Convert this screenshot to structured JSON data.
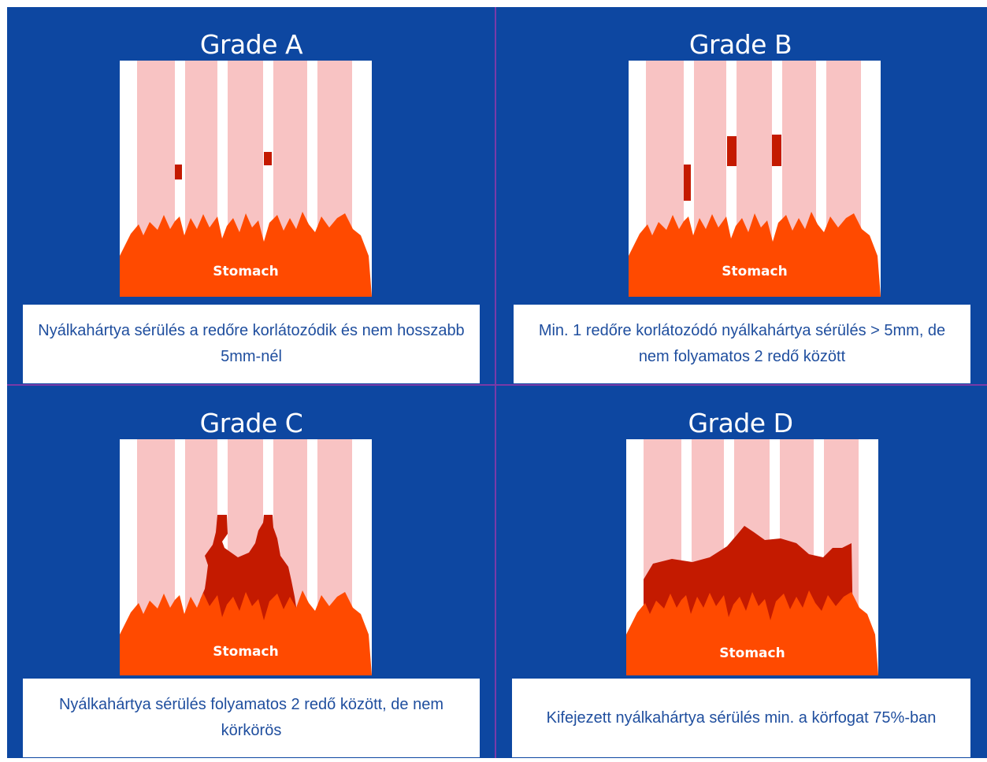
{
  "panels": [
    {
      "title": "Grade A",
      "stomach_label": "Stomach",
      "caption": "Nyálkahártya sérülés a redőre korlátozódik és nem hosszabb 5mm-nél"
    },
    {
      "title": "Grade B",
      "stomach_label": "Stomach",
      "caption": "Min. 1 redőre korlátozódó nyálkahártya sérülés > 5mm, de nem folyamatos 2 redő között"
    },
    {
      "title": "Grade C",
      "stomach_label": "Stomach",
      "caption": "Nyálkahártya sérülés folyamatos 2 redő között, de nem körkörös"
    },
    {
      "title": "Grade D",
      "stomach_label": "Stomach",
      "caption": "Kifejezett nyálkahártya sérülés min. a körfogat 75%-ban"
    }
  ],
  "colors": {
    "background": "#0d47a1",
    "mucosa_pink": "#f8c3c3",
    "fold_white": "#ffffff",
    "stomach_orange": "#ff4a00",
    "lesion_red": "#c41a00",
    "caption_text": "#1f4e9e"
  }
}
